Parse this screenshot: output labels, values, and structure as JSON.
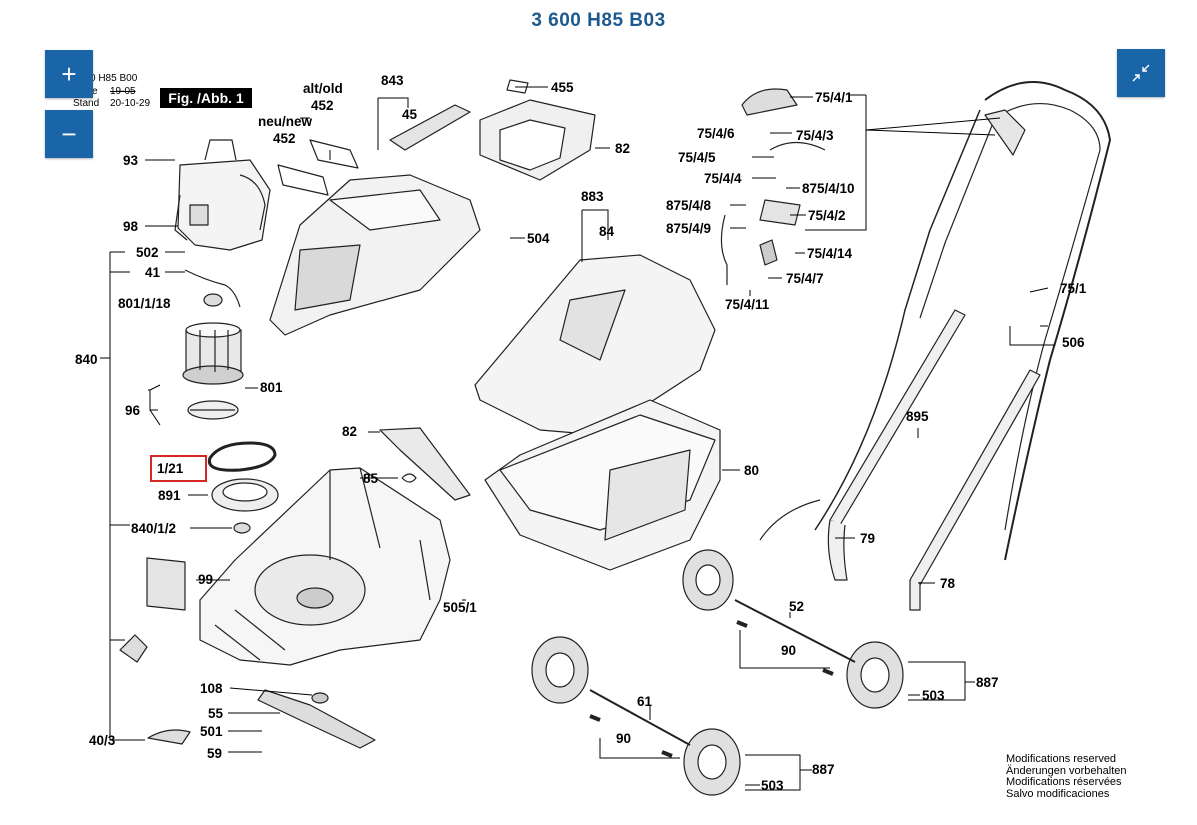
{
  "header": {
    "title": "3 600 H85 B03"
  },
  "zoom": {
    "in_symbol": "+",
    "out_symbol": "−",
    "fit_icon": "compress-arrows-icon"
  },
  "meta": {
    "line1": "0 H85 B00",
    "line2_left": "e",
    "line2_right": "19-05",
    "line3_left": "Stand",
    "line3_right": "20-10-29",
    "fig": "Fig. /Abb. 1"
  },
  "parts": {
    "p93": "93",
    "p98": "98",
    "p502": "502",
    "p41": "41",
    "p801_1_18": "801/1/18",
    "p840": "840",
    "p801": "801",
    "p96": "96",
    "p1_21": "1/21",
    "p891": "891",
    "p840_1_2": "840/1/2",
    "p99": "99",
    "p40_3": "40/3",
    "p108": "108",
    "p55": "55",
    "p501": "501",
    "p59": "59",
    "alt_old": "alt/old",
    "p452a": "452",
    "neu_new": "neu/new",
    "p452b": "452",
    "p843": "843",
    "p45": "45",
    "p504": "504",
    "p82a": "82",
    "p85": "85",
    "p505_1": "505/1",
    "p455": "455",
    "p82b": "82",
    "p883": "883",
    "p84": "84",
    "p80": "80",
    "p75_4_1": "75/4/1",
    "p75_4_6": "75/4/6",
    "p75_4_3": "75/4/3",
    "p75_4_5": "75/4/5",
    "p75_4_4": "75/4/4",
    "p875_4_10": "875/4/10",
    "p875_4_8": "875/4/8",
    "p75_4_2": "75/4/2",
    "p875_4_9": "875/4/9",
    "p75_4_14": "75/4/14",
    "p75_4_7": "75/4/7",
    "p75_4_11": "75/4/11",
    "p75_1": "75/1",
    "p506": "506",
    "p895": "895",
    "p79": "79",
    "p78": "78",
    "p52": "52",
    "p90a": "90",
    "p887a": "887",
    "p503a": "503",
    "p61": "61",
    "p90b": "90",
    "p887b": "887",
    "p503b": "503"
  },
  "footer": {
    "mods": [
      "Modifications reserved",
      "Änderungen vorbehalten",
      "Modifications réservées",
      "Salvo modificaciones"
    ]
  },
  "colors": {
    "accent": "#1a64a8",
    "title": "#1f5a8f",
    "highlight": "#d62728"
  }
}
